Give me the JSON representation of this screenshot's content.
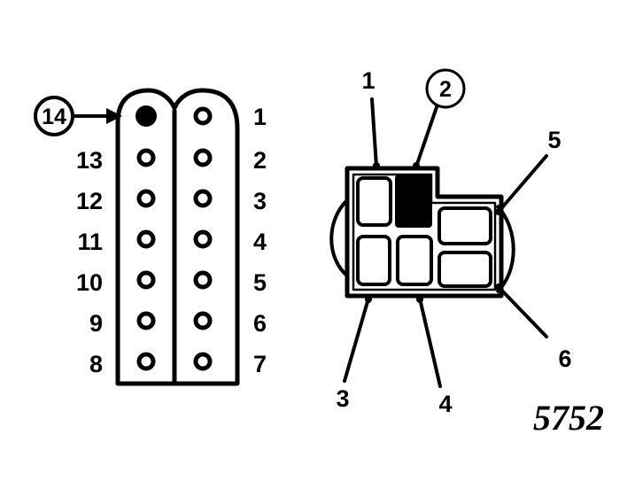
{
  "left_connector": {
    "highlighted_pin": "14",
    "right_column_labels": [
      "1",
      "2",
      "3",
      "4",
      "5",
      "6",
      "7"
    ],
    "left_column_labels": [
      "13",
      "12",
      "11",
      "10",
      "9",
      "8"
    ]
  },
  "right_connector": {
    "highlighted_terminal": "2",
    "terminal_labels": [
      "1",
      "3",
      "4",
      "5",
      "6"
    ]
  },
  "figure_number": "5752",
  "colors": {
    "ink": "#000000",
    "paper": "#ffffff"
  }
}
